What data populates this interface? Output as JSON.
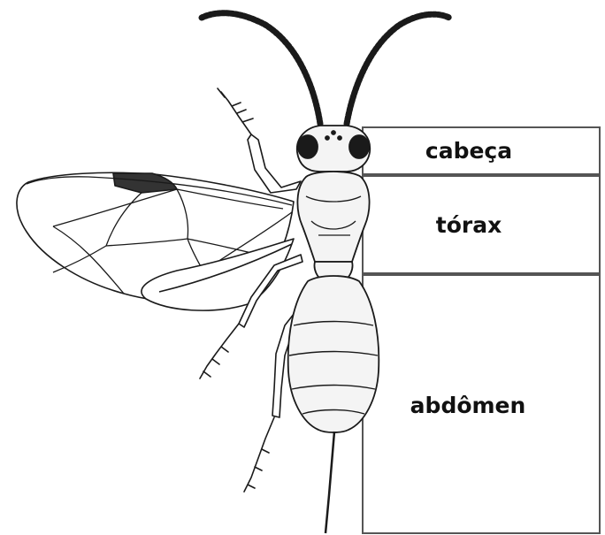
{
  "diagram": {
    "labels": {
      "head": "cabeça",
      "thorax": "tórax",
      "abdomen": "abdômen"
    }
  },
  "colors": {
    "ink": "#1a1a1a",
    "wing_stigma": "#333333",
    "body_fill": "#f4f4f4",
    "box_border": "#555555"
  }
}
